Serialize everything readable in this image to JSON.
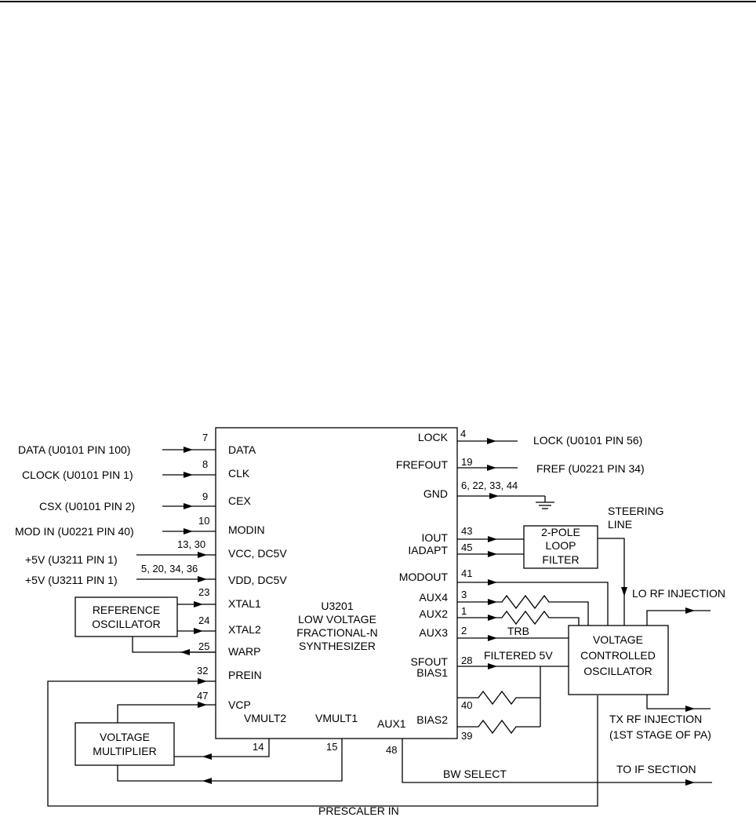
{
  "chip": {
    "ref": "U3201",
    "name_line1": "LOW VOLTAGE",
    "name_line2": "FRACTIONAL-N",
    "name_line3": "SYNTHESIZER"
  },
  "left_pins": [
    {
      "signal": "DATA (U0101 PIN 100)",
      "pin": "7",
      "label": "DATA"
    },
    {
      "signal": "CLOCK (U0101 PIN 1)",
      "pin": "8",
      "label": "CLK"
    },
    {
      "signal": "CSX (U0101 PIN 2)",
      "pin": "9",
      "label": "CEX"
    },
    {
      "signal": "MOD IN (U0221 PIN 40)",
      "pin": "10",
      "label": "MODIN"
    },
    {
      "signal": "+5V (U3211 PIN 1)",
      "pin": "13, 30",
      "label": "VCC, DC5V"
    },
    {
      "signal": "+5V (U3211 PIN 1)",
      "pin": "5, 20, 34, 36",
      "label": "VDD, DC5V"
    },
    {
      "pin": "23",
      "label": "XTAL1"
    },
    {
      "pin": "24",
      "label": "XTAL2"
    },
    {
      "pin": "25",
      "label": "WARP"
    },
    {
      "pin": "32",
      "label": "PREIN"
    },
    {
      "pin": "47",
      "label": "VCP"
    }
  ],
  "bottom_pins": [
    {
      "pin": "14",
      "label": "VMULT2"
    },
    {
      "pin": "15",
      "label": "VMULT1"
    },
    {
      "pin": "48",
      "label": "AUX1"
    }
  ],
  "right_pins": [
    {
      "pin": "4",
      "label": "LOCK",
      "signal": "LOCK (U0101 PIN 56)"
    },
    {
      "pin": "19",
      "label": "FREFOUT",
      "signal": "FREF (U0221 PIN 34)"
    },
    {
      "pin": "6, 22, 33, 44",
      "label": "GND"
    },
    {
      "pin": "43",
      "label": "IOUT"
    },
    {
      "pin": "45",
      "label": "IADAPT"
    },
    {
      "pin": "41",
      "label": "MODOUT"
    },
    {
      "pin": "3",
      "label": "AUX4"
    },
    {
      "pin": "1",
      "label": "AUX2"
    },
    {
      "pin": "2",
      "label": "AUX3"
    },
    {
      "pin": "28",
      "label": "SFOUT"
    },
    {
      "pin": "40",
      "label": "BIAS1"
    },
    {
      "pin": "39",
      "label": "BIAS2"
    }
  ],
  "blocks": {
    "reference_oscillator": [
      "REFERENCE",
      "OSCILLATOR"
    ],
    "voltage_multiplier": [
      "VOLTAGE",
      "MULTIPLIER"
    ],
    "loop_filter": [
      "2-POLE",
      "LOOP",
      "FILTER"
    ],
    "vco": [
      "VOLTAGE",
      "CONTROLLED",
      "OSCILLATOR"
    ]
  },
  "annotations": {
    "steering_line_1": "STEERING",
    "steering_line_2": "LINE",
    "lo_rf": "LO RF INJECTION",
    "tx_rf_1": "TX RF INJECTION",
    "tx_rf_2": "(1ST STAGE OF PA)",
    "trb": "TRB",
    "filtered_5v": "FILTERED 5V",
    "bw_select": "BW SELECT",
    "to_if": "TO IF SECTION",
    "prescaler_in": "PRESCALER IN"
  }
}
